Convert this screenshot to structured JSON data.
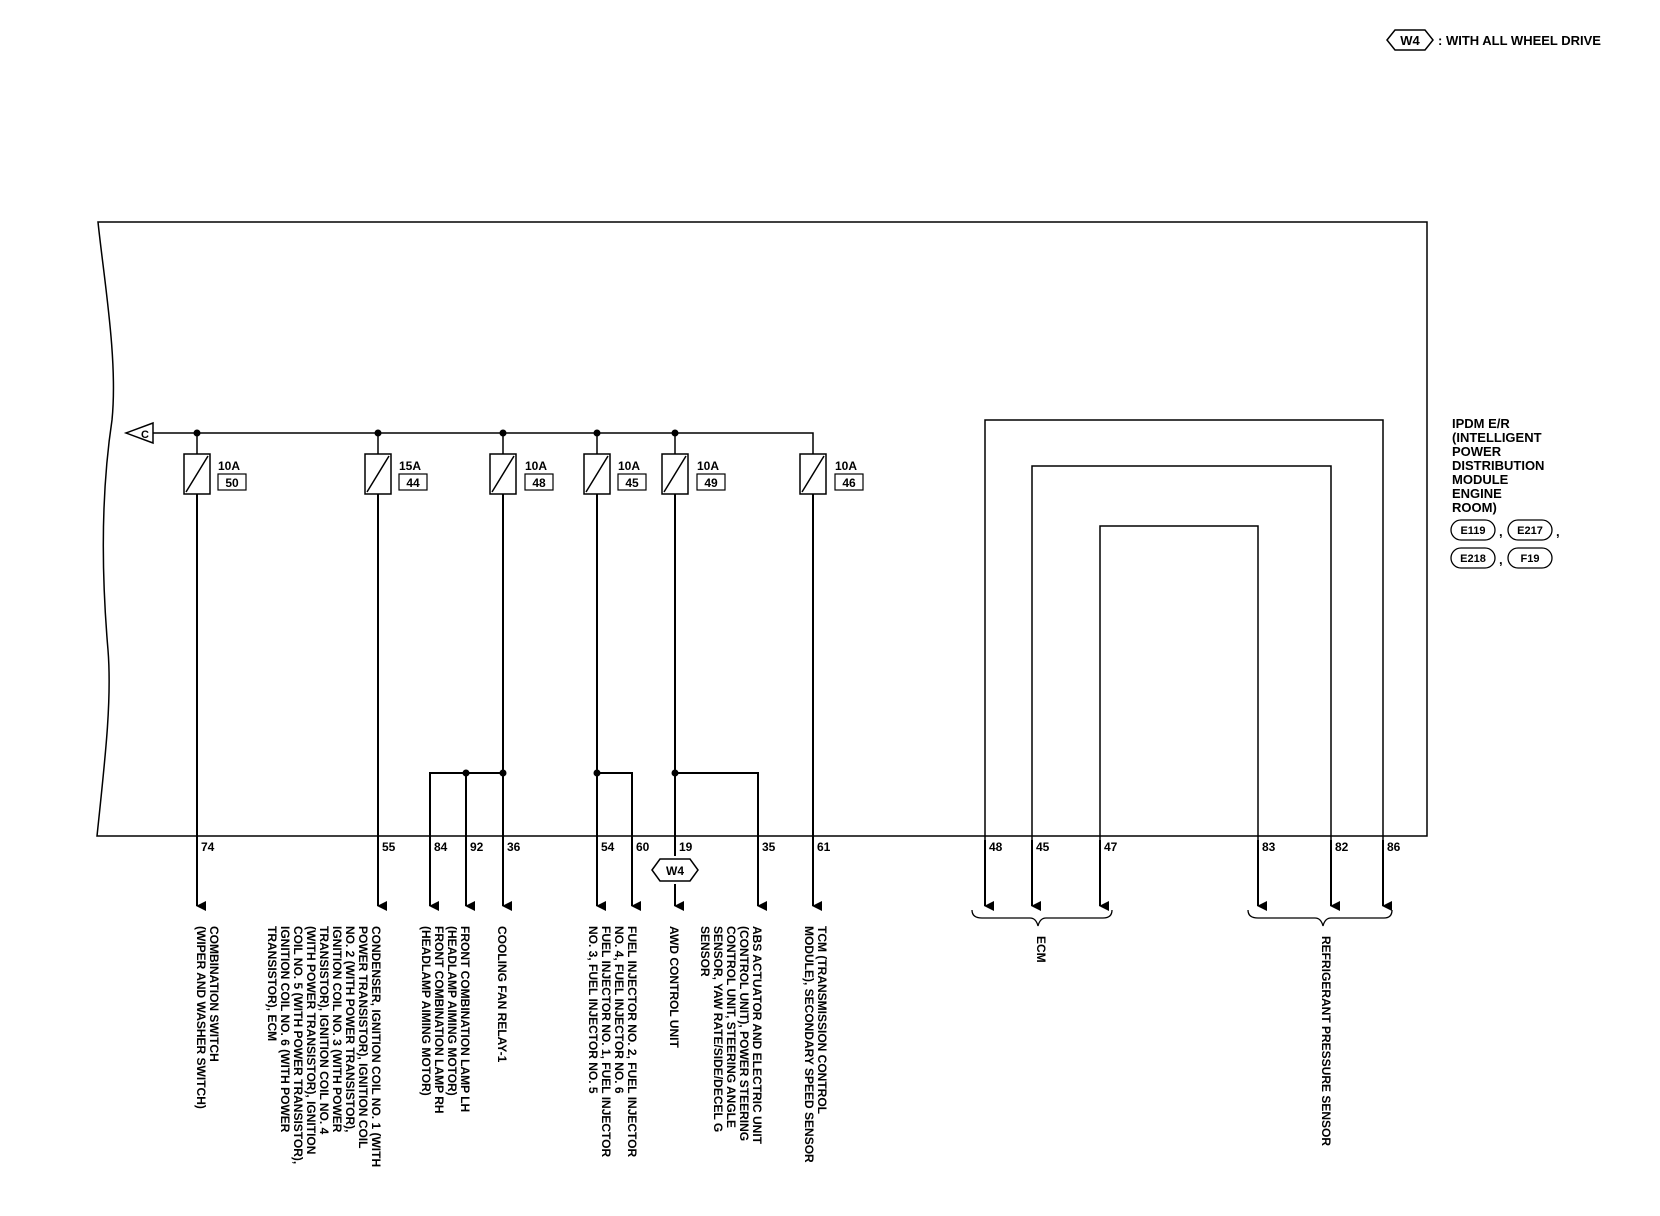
{
  "legend": {
    "tag": "W4",
    "text": ": WITH ALL WHEEL DRIVE"
  },
  "source_tag": "C",
  "module": {
    "lines": [
      "IPDM E/R",
      "(INTELLIGENT",
      "POWER",
      "DISTRIBUTION",
      "MODULE",
      "ENGINE",
      "ROOM)"
    ],
    "connectors": [
      "E119",
      "E217",
      "E218",
      "F19"
    ],
    "separators": [
      ",",
      ",",
      ","
    ]
  },
  "fuses": [
    {
      "rating": "10A",
      "number": "50"
    },
    {
      "rating": "15A",
      "number": "44"
    },
    {
      "rating": "10A",
      "number": "48"
    },
    {
      "rating": "10A",
      "number": "45"
    },
    {
      "rating": "10A",
      "number": "49"
    },
    {
      "rating": "10A",
      "number": "46"
    }
  ],
  "pins": [
    "74",
    "55",
    "84",
    "92",
    "36",
    "54",
    "60",
    "19",
    "35",
    "61",
    "48",
    "45",
    "47",
    "83",
    "82",
    "86"
  ],
  "conditional_tag": "W4",
  "destinations": [
    {
      "lines": [
        "COMBINATION SWITCH",
        "(WIPER AND WASHER SWITCH)"
      ]
    },
    {
      "lines": [
        "CONDENSER, IGNITION COIL NO. 1 (WITH",
        "POWER TRANSISTOR), IGNITION COIL",
        "NO. 2 (WITH POWER TRANSISTOR),",
        "IGNITION COIL NO. 3 (WITH POWER",
        "TRANSISTOR), IGNITION COIL NO. 4",
        "(WITH POWER TRANSISTOR), IGNITION",
        "COIL NO. 5 (WITH POWER TRANSISTOR),",
        "IGNITION COIL NO. 6 (WITH POWER",
        "TRANSISTOR), ECM"
      ]
    },
    {
      "lines": [
        "FRONT COMBINATION LAMP LH",
        "(HEADLAMP AIMING MOTOR)",
        "FRONT COMBINATION LAMP RH",
        "(HEADLAMP AIMING MOTOR)"
      ]
    },
    {
      "lines": [
        "COOLING FAN RELAY-1"
      ]
    },
    {
      "lines": [
        "FUEL INJECTOR NO. 2, FUEL INJECTOR",
        "NO. 4, FUEL INJECTOR NO. 6",
        "FUEL INJECTOR NO. 1, FUEL INJECTOR",
        "NO. 3, FUEL INJECTOR NO. 5"
      ]
    },
    {
      "lines": [
        "AWD CONTROL UNIT"
      ]
    },
    {
      "lines": [
        "ABS ACTUATOR AND ELECTRIC UNIT",
        "(CONTROL UNIT), POWER STEERING",
        "CONTROL UNIT, STEERING ANGLE",
        "SENSOR, YAW RATE/SIDE/DECEL G",
        "SENSOR"
      ]
    },
    {
      "lines": [
        "TCM (TRANSMISSION CONTROL",
        "MODULE), SECONDARY SPEED SENSOR"
      ]
    },
    {
      "lines": [
        "ECM"
      ]
    },
    {
      "lines": [
        "REFRIGERANT PRESSURE SENSOR"
      ]
    }
  ]
}
